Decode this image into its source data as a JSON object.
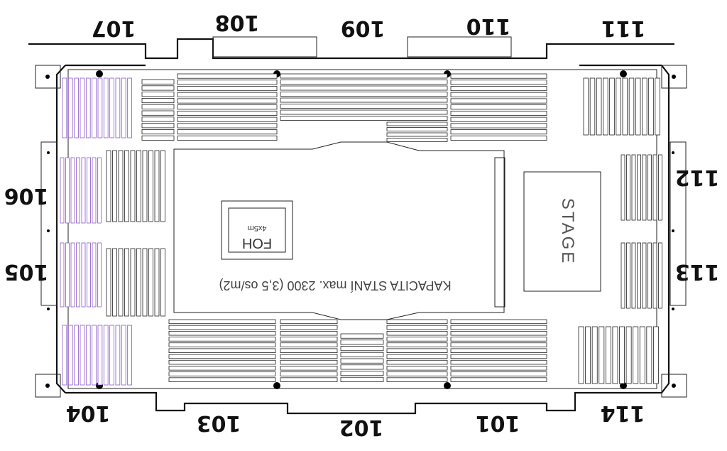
{
  "sections": {
    "s101": "101",
    "s102": "102",
    "s103": "103",
    "s104": "104",
    "s105": "105",
    "s106": "106",
    "s107": "107",
    "s108": "108",
    "s109": "109",
    "s110": "110",
    "s111": "111",
    "s112": "112",
    "s113": "113",
    "s114": "114"
  },
  "stage_label": "STAGE",
  "foh": {
    "label": "FOH",
    "size": "4x5m"
  },
  "floor_capacity": "KAPACITA STANÍ max. 2300 (3,5 os/m2)",
  "colors": {
    "lines": "#111111",
    "accent_seats": "#8a57c9",
    "background": "#ffffff"
  }
}
